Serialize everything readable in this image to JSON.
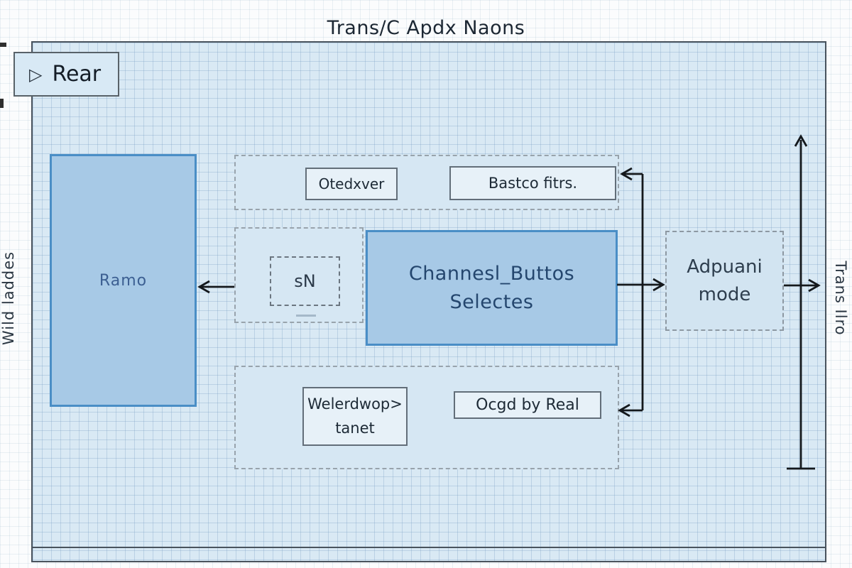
{
  "title": "Trans/C Apdx Naons",
  "rear_tab": {
    "icon": "▷",
    "label": "Rear"
  },
  "side_labels": {
    "left": "Wild laddes",
    "right": "Trans Ilro"
  },
  "left_block": {
    "label": "Ramo"
  },
  "top_group": {
    "box1": "Otedxver",
    "box2": "Bastco fitrs."
  },
  "sn_group": {
    "label": "sN"
  },
  "channel_block": {
    "line1": "Channesl_Buttos",
    "line2": "Selectes"
  },
  "bottom_group": {
    "box1_line1": "Welerdwop>",
    "box1_line2": "tanet",
    "box2": "Ocgd by Real"
  },
  "mode_block": {
    "line1": "Adpuani",
    "line2": "mode"
  },
  "colors": {
    "block_fill": "#a7c9e6",
    "block_border": "#4a8ec6",
    "panel_fill": "#d9e9f4",
    "dashed_border": "#98a3ac",
    "frame_border": "#49535d",
    "arrow_line": "#14181c"
  }
}
